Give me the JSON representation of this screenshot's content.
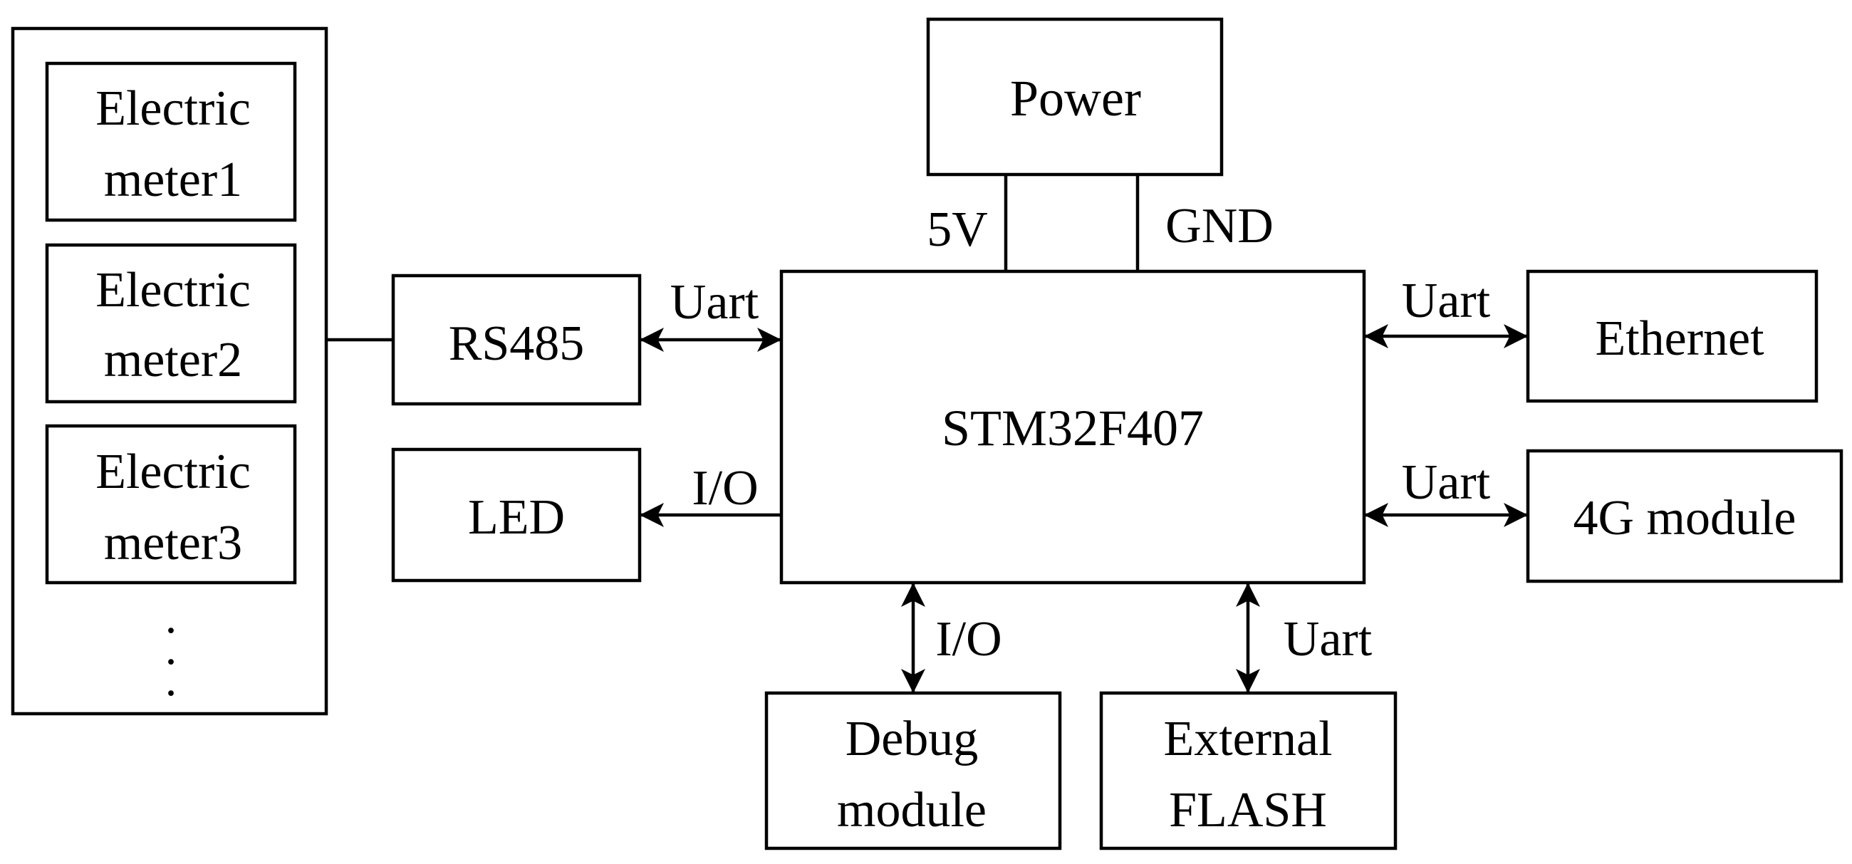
{
  "colors": {
    "line": "#000000",
    "background": "#ffffff"
  },
  "meters": {
    "items": [
      {
        "line1": "Electric",
        "line2": "meter1"
      },
      {
        "line1": "Electric",
        "line2": "meter2"
      },
      {
        "line1": "Electric",
        "line2": "meter3"
      }
    ],
    "ellipsis": "."
  },
  "blocks": {
    "power": "Power",
    "mcu": "STM32F407",
    "rs485": "RS485",
    "led": "LED",
    "ethernet": "Ethernet",
    "module_4g": "4G module",
    "debug": {
      "line1": "Debug",
      "line2": "module"
    },
    "flash": {
      "line1": "External",
      "line2": "FLASH"
    }
  },
  "connections": {
    "power_5v": "5V",
    "power_gnd": "GND",
    "rs485_uart": "Uart",
    "led_io": "I/O",
    "ethernet_uart": "Uart",
    "module_4g_uart": "Uart",
    "debug_io": "I/O",
    "flash_uart": "Uart"
  }
}
